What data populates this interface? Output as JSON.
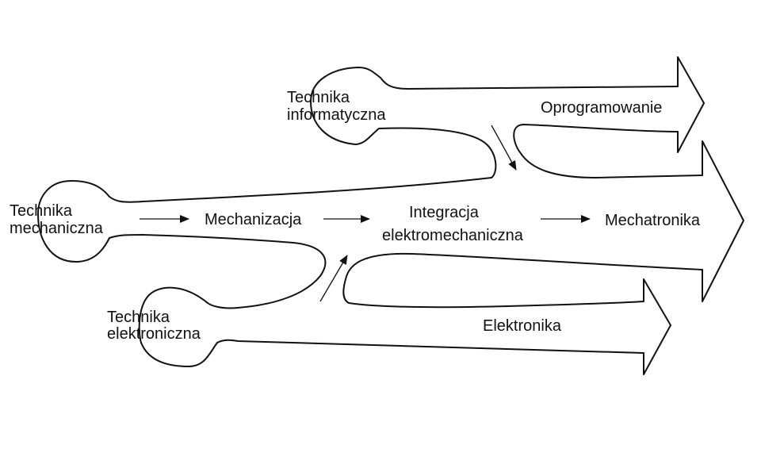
{
  "diagram": {
    "sources": {
      "informatyczna": [
        "Technika",
        "informatyczna"
      ],
      "mechaniczna": [
        "Technika",
        "mechaniczna"
      ],
      "elektroniczna": [
        "Technika",
        "elektroniczna"
      ]
    },
    "stages": {
      "mechanizacja": "Mechanizacja",
      "integracja": [
        "Integracja",
        "elektromechaniczna"
      ],
      "mechatronika": "Mechatronika"
    },
    "branches": {
      "oprogramowanie": "Oprogramowanie",
      "elektronika": "Elektronika"
    }
  }
}
